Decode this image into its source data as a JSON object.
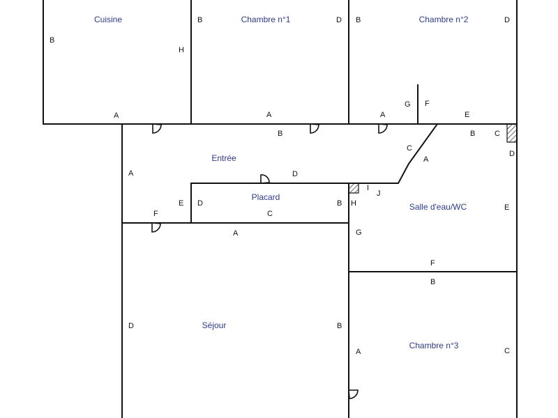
{
  "colors": {
    "wall": "#111111",
    "room_label": "#2e3b8c",
    "background": "#ffffff"
  },
  "rooms": {
    "cuisine": "Cuisine",
    "chambre1": "Chambre n°1",
    "chambre2": "Chambre n°2",
    "entree": "Entrée",
    "placard": "Placard",
    "salle_eau": "Salle d'eau/WC",
    "sejour": "Séjour",
    "chambre3": "Chambre n°3"
  },
  "walls": {
    "cuisine": {
      "left": "B",
      "right": "H",
      "bottom": "A"
    },
    "chambre1": {
      "left": "B",
      "right": "D",
      "bottom": "A"
    },
    "chambre2": {
      "left": "B",
      "right": "D",
      "bottom": "A",
      "cupboard_left": "G",
      "cupboard_right": "F",
      "bottom_right": "E"
    },
    "entree": {
      "top": "B",
      "left": "A",
      "inner": "D",
      "diag": "C",
      "lower_left": "F",
      "lower_right": "E"
    },
    "placard": {
      "left": "D",
      "right": "B",
      "bottom": "C"
    },
    "salle_eau": {
      "top": "B",
      "corner": "C",
      "diag": "A",
      "right_top": "D",
      "right": "E",
      "bottom": "F",
      "left": "G",
      "left_top": "H",
      "notch1": "I",
      "notch2": "J"
    },
    "sejour": {
      "top": "A",
      "left": "D",
      "right": "B"
    },
    "chambre3": {
      "top": "B",
      "left": "A",
      "right": "C"
    }
  }
}
